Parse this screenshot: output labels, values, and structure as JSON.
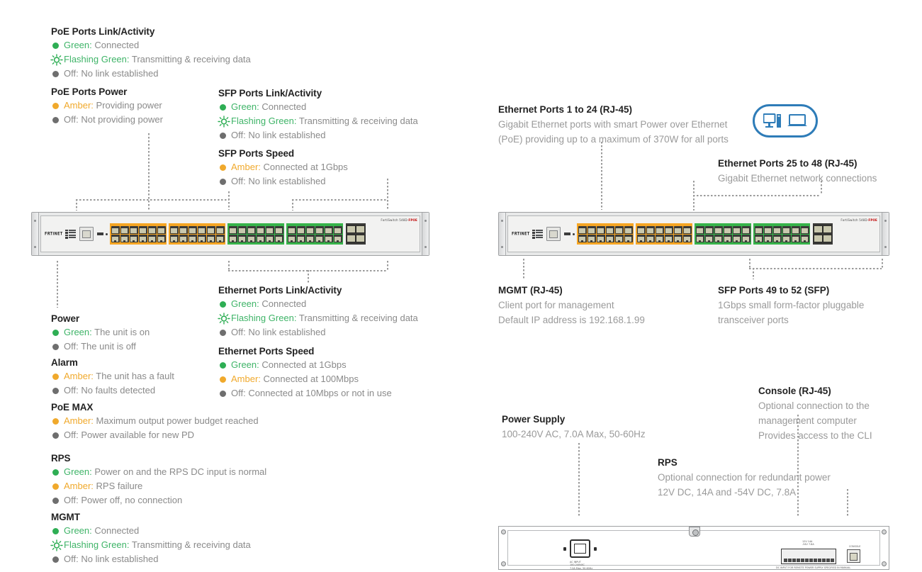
{
  "legend": {
    "poe_link": {
      "title": "PoE Ports Link/Activity",
      "rows": [
        {
          "marker": "green",
          "name": "Green:",
          "desc": "Connected"
        },
        {
          "marker": "flash",
          "name": "Flashing Green:",
          "desc": "Transmitting & receiving data"
        },
        {
          "marker": "off",
          "name": "Off:",
          "desc": "No link established"
        }
      ]
    },
    "poe_power": {
      "title": "PoE Ports Power",
      "rows": [
        {
          "marker": "amber",
          "name": "Amber:",
          "desc": "Providing power"
        },
        {
          "marker": "off",
          "name": "Off:",
          "desc": "Not providing power"
        }
      ]
    },
    "sfp_link": {
      "title": "SFP Ports Link/Activity",
      "rows": [
        {
          "marker": "green",
          "name": "Green:",
          "desc": "Connected"
        },
        {
          "marker": "flash",
          "name": "Flashing Green:",
          "desc": "Transmitting & receiving data"
        },
        {
          "marker": "off",
          "name": "Off:",
          "desc": "No link established"
        }
      ]
    },
    "sfp_speed": {
      "title": "SFP Ports Speed",
      "rows": [
        {
          "marker": "amber",
          "name": "Amber:",
          "desc": "Connected at 1Gbps"
        },
        {
          "marker": "off",
          "name": "Off:",
          "desc": "No link established"
        }
      ]
    },
    "power": {
      "title": "Power",
      "rows": [
        {
          "marker": "green",
          "name": "Green:",
          "desc": "The unit is on"
        },
        {
          "marker": "off",
          "name": "Off:",
          "desc": "The unit is off"
        }
      ]
    },
    "alarm": {
      "title": "Alarm",
      "rows": [
        {
          "marker": "amber",
          "name": "Amber:",
          "desc": "The unit has a fault"
        },
        {
          "marker": "off",
          "name": "Off:",
          "desc": "No faults detected"
        }
      ]
    },
    "poe_max": {
      "title": "PoE MAX",
      "rows": [
        {
          "marker": "amber",
          "name": "Amber:",
          "desc": "Maximum output power budget reached"
        },
        {
          "marker": "off",
          "name": "Off:",
          "desc": "Power available for new PD"
        }
      ]
    },
    "rps": {
      "title": "RPS",
      "rows": [
        {
          "marker": "green",
          "name": "Green:",
          "desc": "Power on and the RPS DC input is normal"
        },
        {
          "marker": "amber",
          "name": "Amber:",
          "desc": "RPS failure"
        },
        {
          "marker": "off",
          "name": "Off:",
          "desc": "Power off, no connection"
        }
      ]
    },
    "mgmt": {
      "title": "MGMT",
      "rows": [
        {
          "marker": "green",
          "name": "Green:",
          "desc": "Connected"
        },
        {
          "marker": "flash",
          "name": "Flashing Green:",
          "desc": "Transmitting & receiving data"
        },
        {
          "marker": "off",
          "name": "Off:",
          "desc": "No link established"
        }
      ]
    },
    "eth_link": {
      "title": "Ethernet Ports Link/Activity",
      "rows": [
        {
          "marker": "green",
          "name": "Green:",
          "desc": "Connected"
        },
        {
          "marker": "flash",
          "name": "Flashing Green:",
          "desc": "Transmitting & receiving data"
        },
        {
          "marker": "off",
          "name": "Off:",
          "desc": "No link established"
        }
      ]
    },
    "eth_speed": {
      "title": "Ethernet Ports Speed",
      "rows": [
        {
          "marker": "green",
          "name": "Green:",
          "desc": "Connected at 1Gbps"
        },
        {
          "marker": "amber",
          "name": "Amber:",
          "desc": "Connected at 100Mbps"
        },
        {
          "marker": "off",
          "name": "Off:",
          "desc": "Connected at 10Mbps or not in use"
        }
      ]
    }
  },
  "callouts": {
    "eth_1_24": {
      "title": "Ethernet Ports 1 to 24 (RJ-45)",
      "lines": [
        "Gigabit Ethernet ports with smart Power over Ethernet",
        "(PoE) providing up to a maximum of 370W for all ports"
      ]
    },
    "eth_25_48": {
      "title": "Ethernet Ports 25 to 48 (RJ-45)",
      "lines": [
        "Gigabit Ethernet network connections"
      ]
    },
    "mgmt_port": {
      "title": "MGMT (RJ-45)",
      "lines": [
        "Client port for management",
        "Default IP address is 192.168.1.99"
      ]
    },
    "sfp_ports": {
      "title": "SFP Ports 49 to 52 (SFP)",
      "lines": [
        "1Gbps small form-factor pluggable",
        "transceiver ports"
      ]
    },
    "power_supply": {
      "title": "Power Supply",
      "lines": [
        "100-240V AC, 7.0A Max, 50-60Hz"
      ]
    },
    "rps_rear": {
      "title": "RPS",
      "lines": [
        "Optional connection for redundant power",
        "12V DC, 14A and -54V DC, 7.8A"
      ]
    },
    "console": {
      "title": "Console (RJ-45)",
      "lines": [
        "Optional connection to the",
        "management computer",
        "Provides access to the CLI"
      ]
    }
  },
  "device": {
    "brand": "FRTINET",
    "model_prefix": "FortiSwitch 548D-",
    "model_suffix": "FPOE",
    "front_led_labels": [
      "POWER",
      "ALARM",
      "PoE MAX",
      "RPS"
    ],
    "mgmt_label": "MGMT",
    "console_label": "CONSOLE",
    "poe_port_numbers_top": [
      "1",
      "3",
      "5",
      "7",
      "9",
      "11",
      "13",
      "15",
      "17",
      "19",
      "21",
      "23"
    ],
    "poe_port_numbers_bottom": [
      "2",
      "4",
      "6",
      "8",
      "10",
      "12",
      "14",
      "16",
      "18",
      "20",
      "22",
      "24"
    ],
    "std_port_numbers_top": [
      "25",
      "27",
      "29",
      "31",
      "33",
      "35",
      "37",
      "39",
      "41",
      "43",
      "45",
      "47"
    ],
    "std_port_numbers_bottom": [
      "26",
      "28",
      "30",
      "32",
      "34",
      "36",
      "38",
      "40",
      "42",
      "44",
      "46",
      "48"
    ],
    "sfp_labels": [
      "49 50",
      "51 52"
    ]
  },
  "rear": {
    "ac_label": [
      "AC INPUT",
      "100-240VAC",
      "7.0A Max, 50-60Hz"
    ],
    "rps_label": [
      "12V",
      "14A",
      "-54V",
      "7.8A"
    ],
    "rps_note": "DC INPUT FOR REMOTE POWER SUPPLY SPECIFIED IN MANUAL",
    "console_label": "CONSOLE"
  },
  "icons": {
    "capsule": [
      "desktop-computer-icon",
      "laptop-icon"
    ],
    "accent_blue": "#2e7cb8"
  },
  "colors": {
    "green": "#2eae54",
    "green_text": "#3fb468",
    "amber": "#f0a92c",
    "off_gray": "#6e6e6e",
    "body_gray": "#8a8a8a",
    "heading": "#222222",
    "poe_band": "#f6a623",
    "std_band": "#37b34a"
  }
}
